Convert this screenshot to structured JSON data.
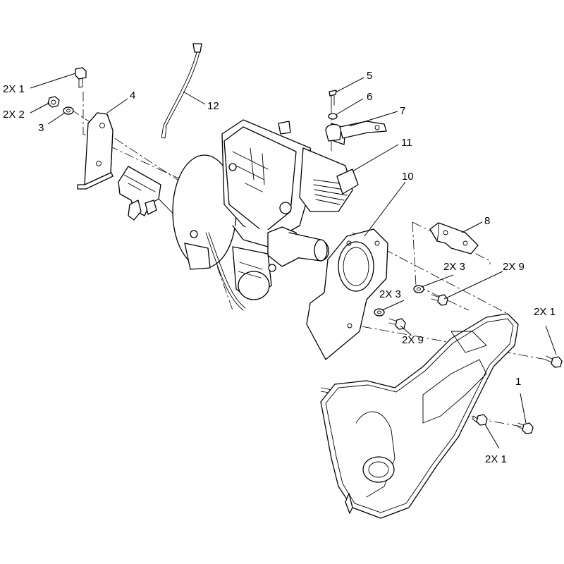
{
  "diagram": {
    "callouts": [
      {
        "id": "c1",
        "text": "2X  1"
      },
      {
        "id": "c2",
        "text": "2X  2"
      },
      {
        "id": "c3",
        "text": "3"
      },
      {
        "id": "c4",
        "text": "4"
      },
      {
        "id": "c5",
        "text": "5"
      },
      {
        "id": "c6",
        "text": "6"
      },
      {
        "id": "c7",
        "text": "7"
      },
      {
        "id": "c8",
        "text": "11"
      },
      {
        "id": "c9",
        "text": "12"
      },
      {
        "id": "c10",
        "text": "10"
      },
      {
        "id": "c11",
        "text": "8"
      },
      {
        "id": "c12",
        "text": "2X  3"
      },
      {
        "id": "c13",
        "text": "2X  9"
      },
      {
        "id": "c14",
        "text": "2X  3"
      },
      {
        "id": "c15",
        "text": "2X  9"
      },
      {
        "id": "c16",
        "text": "2X  1"
      },
      {
        "id": "c17",
        "text": "1"
      },
      {
        "id": "c18",
        "text": "2X  1"
      }
    ]
  }
}
